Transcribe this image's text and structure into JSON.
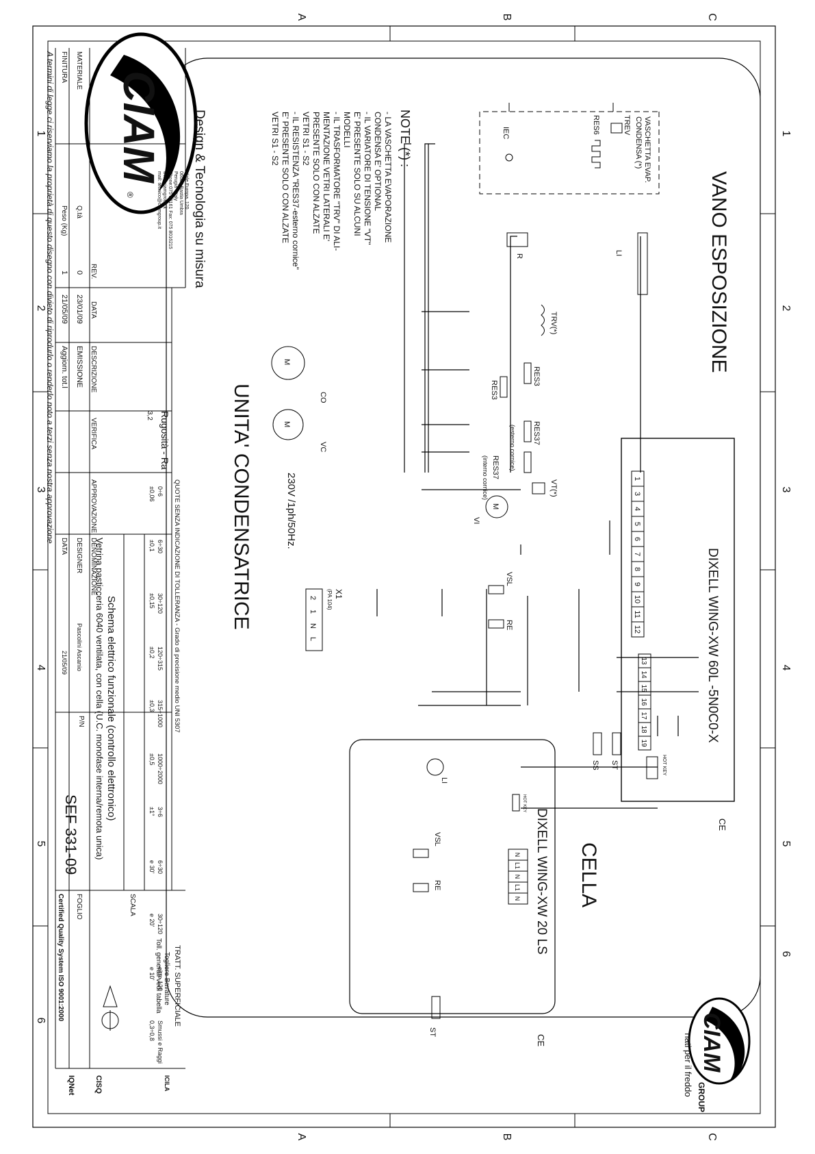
{
  "grid": {
    "columns": [
      "1",
      "2",
      "3",
      "4",
      "5",
      "6"
    ],
    "rows": [
      "A",
      "B",
      "C"
    ]
  },
  "logo": {
    "word": "CIAM",
    "group": "GROUP",
    "slogan": "nati per il freddo",
    "reg": "®"
  },
  "company": {
    "tagline": "Design & Tecnologia su misura",
    "address_lines": [
      "Viale Europa, 120",
      "06083 Bastia Umbra",
      "Perugia - Italy",
      "Phone:075 80161 Fax: 075 8016215",
      "www.ciamgroup.it",
      "mail: tecnico@ciamgroup.it"
    ]
  },
  "sections": {
    "vano": "VANO ESPOSIZIONE",
    "cella": "CELLA",
    "unita": "UNITA' CONDENSATRICE"
  },
  "controllers": {
    "main": "DIXELL  WING-XW 60L  -5N0C0-X",
    "cella": "DIXELL  WING-XW 20 LS",
    "hot_key": "HOT KEY",
    "ce": "CE",
    "terminals_a": [
      "1",
      "3",
      "4",
      "5",
      "6",
      "7",
      "8",
      "9",
      "10",
      "11",
      "12"
    ],
    "terminals_b": [
      "13",
      "14",
      "15",
      "16",
      "17",
      "18",
      "19"
    ],
    "cella_terms": [
      "N",
      "L1",
      "N",
      "L1",
      "N"
    ]
  },
  "supply": {
    "label": "230V /1ph/50Hz.",
    "x1": "X1",
    "x1_sub": "(PA 104)",
    "terms": [
      "2",
      "1",
      "N",
      "L"
    ]
  },
  "components": {
    "vaschetta": [
      "VASCHETTA EVAP.",
      "CONDENSA (*)"
    ],
    "trev": "TREV",
    "res6": "RES6",
    "iec": "IEC",
    "li": "LI",
    "r": "R",
    "trv": "TRV(*)",
    "res3": "RES3",
    "res37": "RES37",
    "res37_ext": "(esterno cornice)",
    "res37_int": "(interno cornice)",
    "vt": "VT(*)",
    "vi": "VI",
    "vsl": "VSL",
    "re": "RE",
    "st": "ST",
    "ss": "SS",
    "co": "CO",
    "vc": "VC",
    "m": "M"
  },
  "notes": {
    "title": "NOTE (*) :",
    "lines": [
      "- LA VASCHETTA EVAPORAZIONE",
      "  CONDENSA E' OPTIONAL",
      "- IL VARIATORE DI TENSIONE \"VT\"",
      "  E' PRESENTE SOLO SU ALCUNI",
      "  MODELLI",
      "- IL TRASFORMATORE \"TRV\" DI ALI-",
      "  MENTAZIONE VETRI LATERALI E'",
      "  PRESENTE SOLO CON ALZATE",
      "  VETRI S1 - S2",
      "- IL RESISTENZA \"RES37-esterno cornice\"",
      "  E' PRESENTE SOLO CON ALZATE",
      "  VETRI S1 - S2"
    ]
  },
  "title_block": {
    "materiale": "MATERIALE",
    "finitura": "FINITURA",
    "qta": "Q.tà",
    "peso": "Peso (Kg)",
    "rev_h": "REV.",
    "data_h": "DATA",
    "descr_h": "DESCRIZIONE",
    "verifica_h": "VERIFICA",
    "approv_h": "APPROVAZIONE",
    "revisions": [
      {
        "rev": "0",
        "data": "23/01/09",
        "descr": "EMISSIONE"
      },
      {
        "rev": "1",
        "data": "21/05/09",
        "descr": "Aggiorn. tot.l"
      }
    ],
    "rugosita": "Rugosità - Ra",
    "rugosita_val": "3,2",
    "tolerance_title": "QUOTE SENZA INDICAZIONE DI TOLLERANZA - Grado di precisione medio UNI 5307",
    "tolerance_ranges": [
      "0÷6",
      "6÷30",
      "30÷120",
      "120÷315",
      "315÷1000",
      "1000÷2000",
      "3÷6",
      "6÷30",
      "30÷120",
      "oltre 120",
      "Smussi e Raggi"
    ],
    "tolerance_values": [
      "±0,06",
      "±0,1",
      "±0,15",
      "±0,2",
      "±0,3",
      "±0,5",
      "±1°",
      "e 30'",
      "e 20'",
      "e 10'",
      "0,3÷0,8"
    ],
    "denominazione_h": "DENOMINAZIONE",
    "denominazione_1": "Schema elettrico funzionale (controllo elettronico)",
    "denominazione_2": "Vetrina pasticceria 6040 ventilata, con cella (U.C. monofase interna/remota unica)",
    "designer_h": "DESIGNER",
    "designer": "Pascolini Ascanio",
    "data2_h": "DATA",
    "data2": "21/05/09",
    "pn_h": "P/N",
    "pn": "SEF 331-09",
    "tratt_h": "TRATT. SUPERFICIALE",
    "tratt_lines": [
      "Togliere Bavature",
      "Toll. generali vedi tabella"
    ],
    "scala_h": "SCALA",
    "foglio_h": "FOGLIO",
    "certified": "Certified Quality System ISO 9001:2000",
    "cert_logos": [
      "ICILA",
      "CISQ",
      "IQNet"
    ],
    "legal": "A termini di legge ci riserviamo la proprietà di questo disegno con divieto di riprodurlo o renderlo noto a terzi senza nostra approvazione"
  }
}
